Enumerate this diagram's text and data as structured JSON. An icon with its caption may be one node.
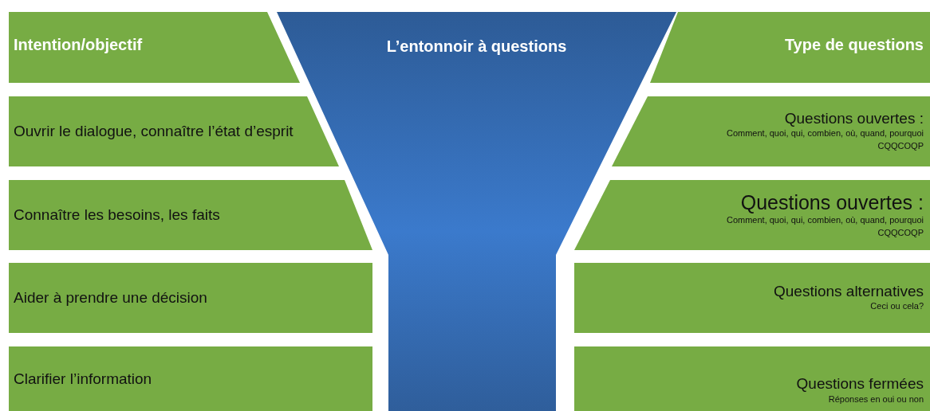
{
  "diagram": {
    "nodes": [
      {
        "text": [
          "Intention/objectif"
        ]
      },
      {
        "text": [
          "L’entonnoir à questions"
        ]
      },
      {
        "text": [
          "Type de questions"
        ]
      },
      {
        "text": [
          "Ouvrir le dialogue, connaître l’état d’esprit"
        ]
      },
      {
        "text": [
          "Questions ouvertes :",
          "Comment, quoi, qui, combien, où, quand, pourquoi",
          "CQQCOQP"
        ]
      },
      {
        "text": [
          "Connaître les besoins, les faits"
        ]
      },
      {
        "text": [
          "Questions ouvertes :",
          "Comment, quoi, qui, combien, où, quand, pourquoi",
          "CQQCOQP"
        ]
      },
      {
        "text": [
          "Aider à prendre une décision"
        ]
      },
      {
        "text": [
          "Questions alternatives",
          "Ceci ou cela?"
        ]
      },
      {
        "text": [
          "Clarifier l’information"
        ]
      },
      {
        "text": [
          "Questions fermées",
          "Réponses en oui ou non"
        ]
      }
    ]
  }
}
